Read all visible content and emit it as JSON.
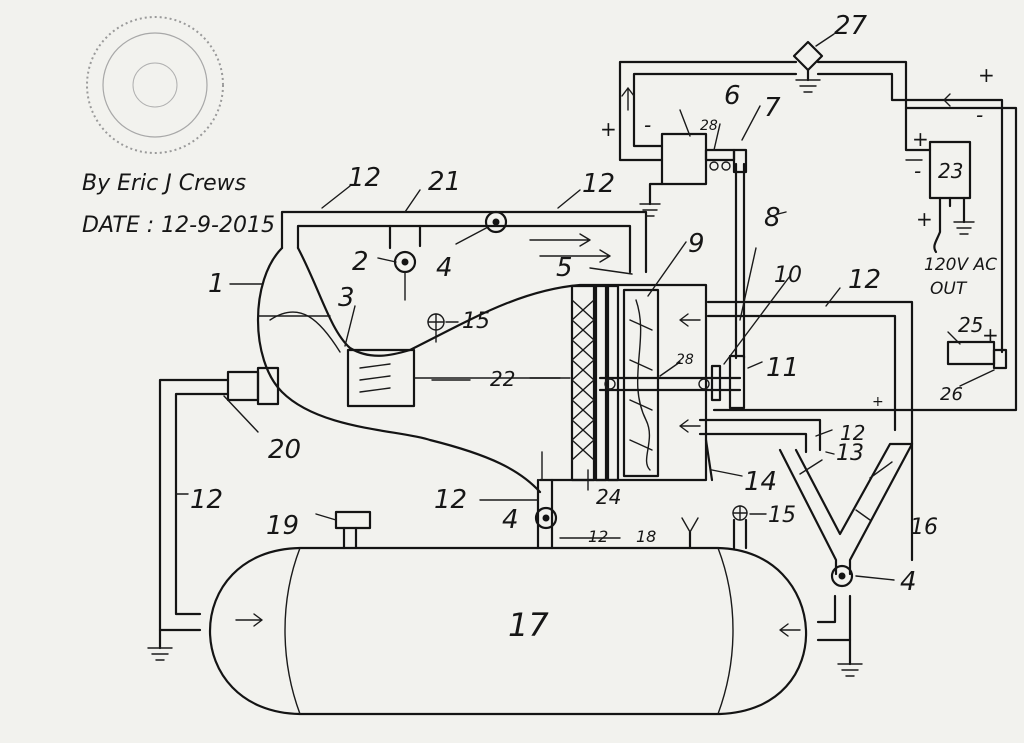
{
  "signature": "By Eric J Crews",
  "date_label": "DATE : 12-9-2015",
  "callouts": {
    "n1": "1",
    "n2": "2",
    "n3": "3",
    "n4a": "4",
    "n4b": "4",
    "n4c": "4",
    "n5": "5",
    "n6": "6",
    "n7": "7",
    "n8": "8",
    "n9": "9",
    "n10": "10",
    "n11": "11",
    "n12a": "12",
    "n12b": "12",
    "n12c": "12",
    "n12d": "12",
    "n12e": "12",
    "n12f": "12",
    "n12g": "12",
    "n13": "13",
    "n14": "14",
    "n15a": "15",
    "n15b": "15",
    "n16": "16",
    "n17": "17",
    "n18": "18",
    "n19": "19",
    "n20": "20",
    "n21": "21",
    "n22": "22",
    "n23": "23",
    "n24": "24",
    "n25": "25",
    "n26": "26",
    "n27": "27",
    "n28a": "28",
    "n28b": "28"
  },
  "output_label_line1": "120V AC",
  "output_label_line2": "OUT",
  "polarity": {
    "plus": "+",
    "minus": "-"
  },
  "colors": {
    "ink": "#141414",
    "paper": "#f2f2ee",
    "seal": "#888888"
  }
}
